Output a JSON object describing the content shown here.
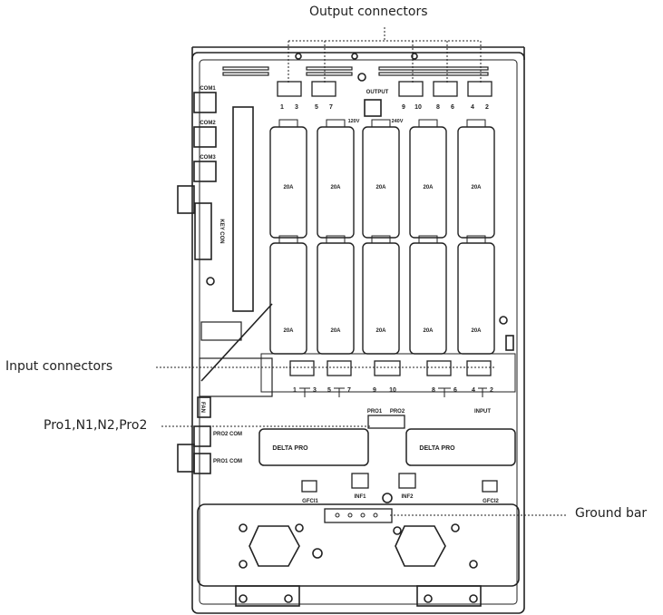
{
  "callouts": {
    "output": "Output connectors",
    "input": "Input connectors",
    "pro": "Pro1,N1,N2,Pro2",
    "ground": "Ground bar"
  },
  "ports": {
    "com1": "COM1",
    "com2": "COM2",
    "com3": "COM3",
    "key_con": "KEY CON",
    "fan": "FAN",
    "pro2_com": "PRO2 COM",
    "pro1_com": "PRO1 COM"
  },
  "output_label": "OUTPUT",
  "input_label": "INPUT",
  "voltage_120": "120V",
  "voltage_240": "240V",
  "output_numbers": [
    "1",
    "3",
    "5",
    "7",
    "9",
    "10",
    "8",
    "6",
    "4",
    "2"
  ],
  "breaker_rating": "20A",
  "input_groups": [
    {
      "left": "1",
      "right": "3"
    },
    {
      "left": "5",
      "right": "7"
    },
    {
      "left": "9",
      "right": ""
    },
    {
      "left": "10",
      "right": ""
    },
    {
      "left": "8",
      "right": "6"
    },
    {
      "left": "4",
      "right": "2"
    }
  ],
  "pro_labels": {
    "pro1": "PRO1",
    "pro2": "PRO2"
  },
  "delta_pro": "DELTA PRO",
  "bottom_labels": {
    "gfci1": "GFCI1",
    "inf1": "INF1",
    "inf2": "INF2",
    "gfci2": "GFCI2"
  }
}
